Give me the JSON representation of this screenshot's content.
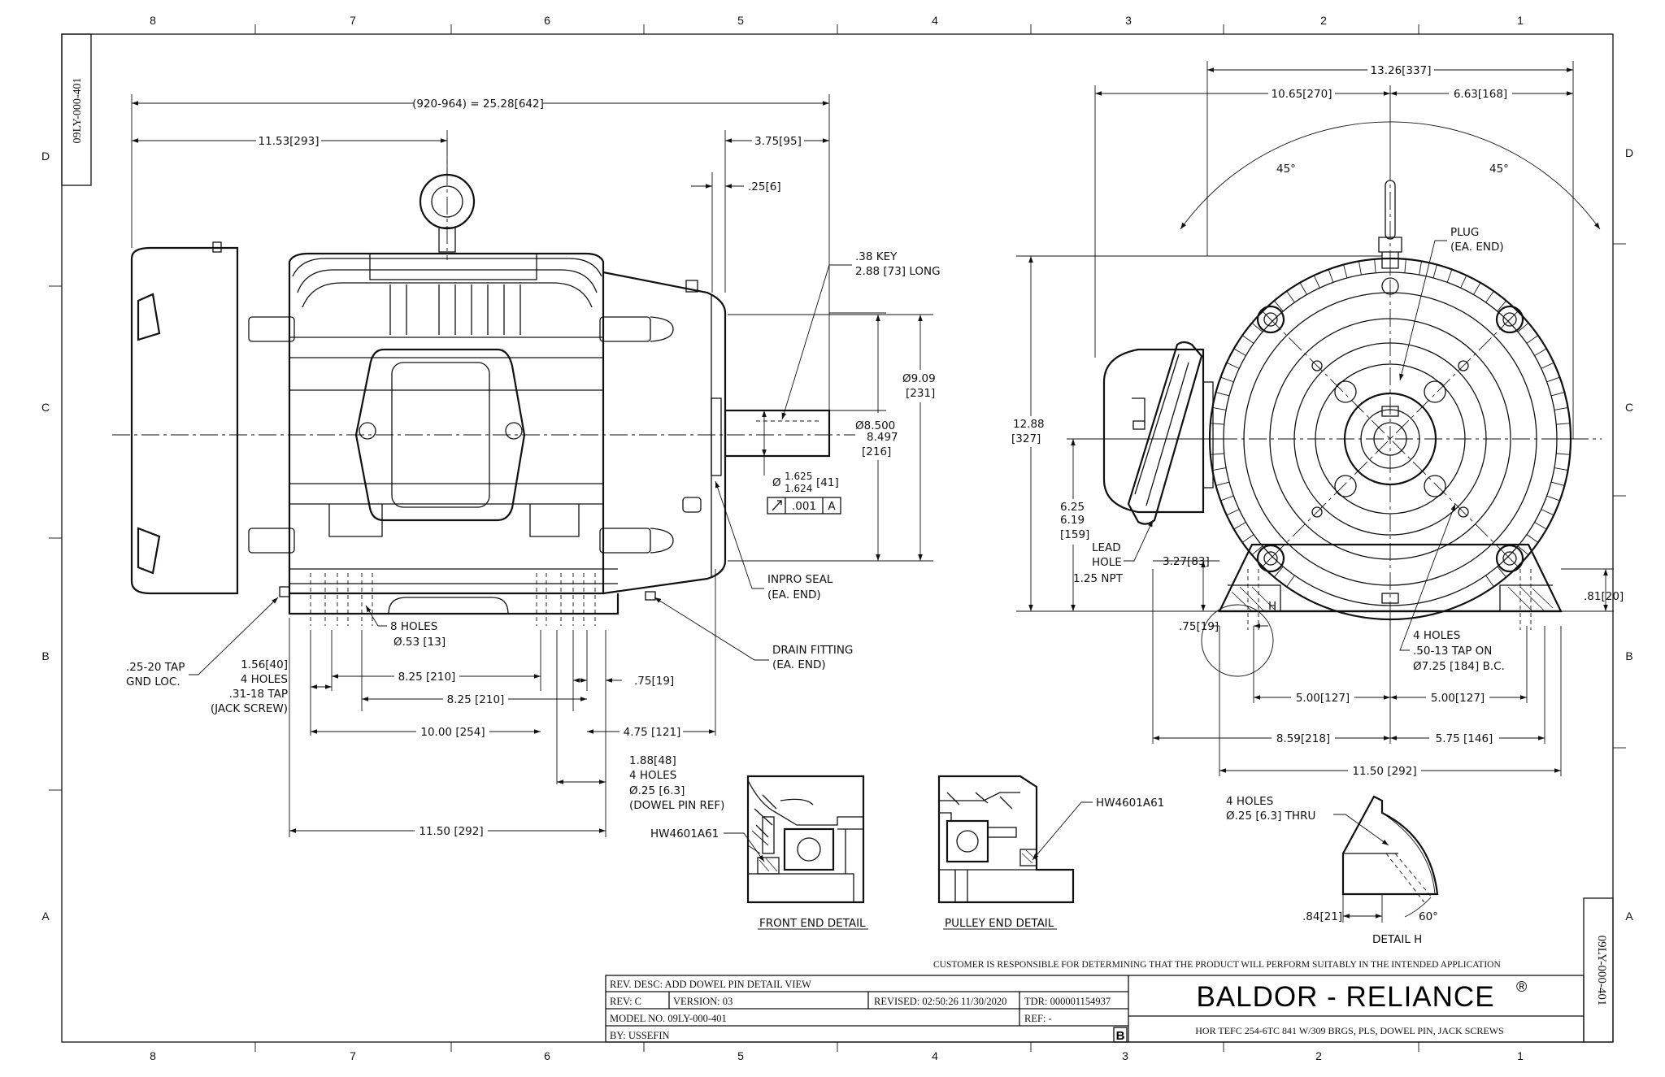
{
  "drawing_number": "09LY-000-401",
  "grid": {
    "columns": [
      "8",
      "7",
      "6",
      "5",
      "4",
      "3",
      "2",
      "1"
    ],
    "rows": [
      "D",
      "C",
      "B",
      "A"
    ]
  },
  "side_view": {
    "overall_length": "(920-964) = 25.28[642]",
    "dim_11_53": "11.53[293]",
    "dim_3_75": "3.75[95]",
    "dim_25": ".25[6]",
    "key_line1": ".38 KEY",
    "key_line2": "2.88 [73] LONG",
    "dia_9_09": "Ø9.09",
    "dia_9_09_mm": "[231]",
    "dia_8_500": "Ø8.500",
    "dia_8_497": "8.497",
    "dia_8_mm": "[216]",
    "shaft_dia_sym": "Ø",
    "shaft_dia_1": "1.625",
    "shaft_dia_2": "1.624",
    "shaft_dia_mm": "[41]",
    "runout_value": ".001",
    "runout_datum": "A",
    "inpro_1": "INPRO SEAL",
    "inpro_2": "(EA. END)",
    "drain_1": "DRAIN FITTING",
    "drain_2": "(EA. END)",
    "holes8_1": "8 HOLES",
    "holes8_2": "Ø.53 [13]",
    "tap_1": ".25-20 TAP",
    "tap_2": "GND LOC.",
    "js_1": "1.56[40]",
    "js_2": "4 HOLES",
    "js_3": ".31-18 TAP",
    "js_4": "(JACK SCREW)",
    "dim_8_25_a": "8.25 [210]",
    "dim_8_25_b": "8.25 [210]",
    "dim_75": ".75[19]",
    "dim_10_00": "10.00 [254]",
    "dim_4_75": "4.75 [121]",
    "dp_1": "1.88[48]",
    "dp_2": "4 HOLES",
    "dp_3": "Ø.25 [6.3]",
    "dp_4": "(DOWEL PIN REF)",
    "dim_11_50": "11.50 [292]"
  },
  "end_view": {
    "dim_13_26": "13.26[337]",
    "dim_10_65": "10.65[270]",
    "dim_6_63": "6.63[168]",
    "angle_left": "45°",
    "angle_right": "45°",
    "plug_1": "PLUG",
    "plug_2": "(EA. END)",
    "dim_12_88": "12.88",
    "dim_12_88_mm": "[327]",
    "dim_6_25": "6.25",
    "dim_6_19": "6.19",
    "dim_6_mm": "[159]",
    "lead_1": "LEAD",
    "lead_2": "HOLE",
    "lead_3": "1.25 NPT",
    "dim_3_27": "3.27[83]",
    "dim_75": ".75[19]",
    "detail_ref": "H",
    "dim_81": ".81[20]",
    "holes4_1": "4 HOLES",
    "holes4_2": ".50-13 TAP ON",
    "holes4_3": "Ø7.25 [184] B.C.",
    "dim_5_00_a": "5.00[127]",
    "dim_5_00_b": "5.00[127]",
    "dim_8_59": "8.59[218]",
    "dim_5_75": "5.75 [146]",
    "dim_11_50": "11.50 [292]"
  },
  "details": {
    "front_label": "FRONT END DETAIL",
    "pulley_label": "PULLEY END DETAIL",
    "front_part": "HW4601A61",
    "pulley_part": "HW4601A61",
    "h_holes_1": "4 HOLES",
    "h_holes_2": "Ø.25 [6.3] THRU",
    "h_dim": ".84[21]",
    "h_angle": "60°",
    "h_label": "DETAIL H"
  },
  "title_block": {
    "disclaimer": "CUSTOMER IS RESPONSIBLE FOR DETERMINING THAT THE PRODUCT WILL PERFORM SUITABLY IN THE INTENDED APPLICATION",
    "rev_desc": "REV. DESC: ADD DOWEL PIN DETAIL VIEW",
    "rev": "REV:  C",
    "version": "VERSION:  03",
    "revised": "REVISED:  02:50:26 11/30/2020",
    "tdr": "TDR: 000001154937",
    "model": "MODEL NO.  09LY-000-401",
    "ref": "REF:  -",
    "by": "BY: USSEFIN",
    "size": "B",
    "brand": "BALDOR - RELIANCE",
    "brand_mark": "®",
    "description": "HOR TEFC 254-6TC 841 W/309 BRGS, PLS, DOWEL PIN, JACK SCREWS"
  }
}
